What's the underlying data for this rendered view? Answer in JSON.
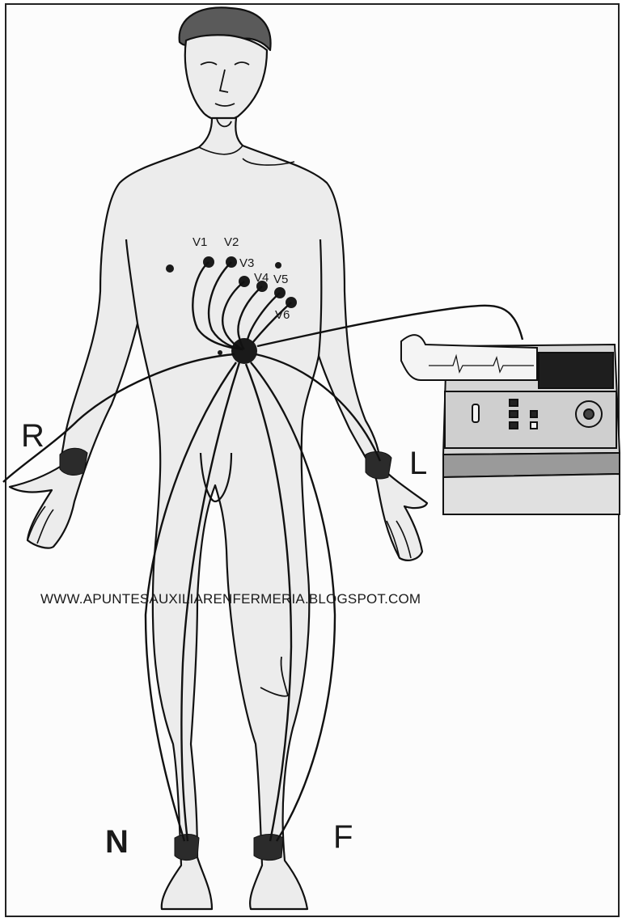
{
  "diagram": {
    "precordial_leads": [
      "V1",
      "V2",
      "V3",
      "V4",
      "V5",
      "V6"
    ],
    "limb_leads": {
      "right_arm": "R",
      "left_arm": "L",
      "right_leg": "N",
      "left_leg": "F"
    },
    "watermark": "WWW.APUNTESAUXILIARENFERMERIA.BLOGSPOT.COM"
  }
}
